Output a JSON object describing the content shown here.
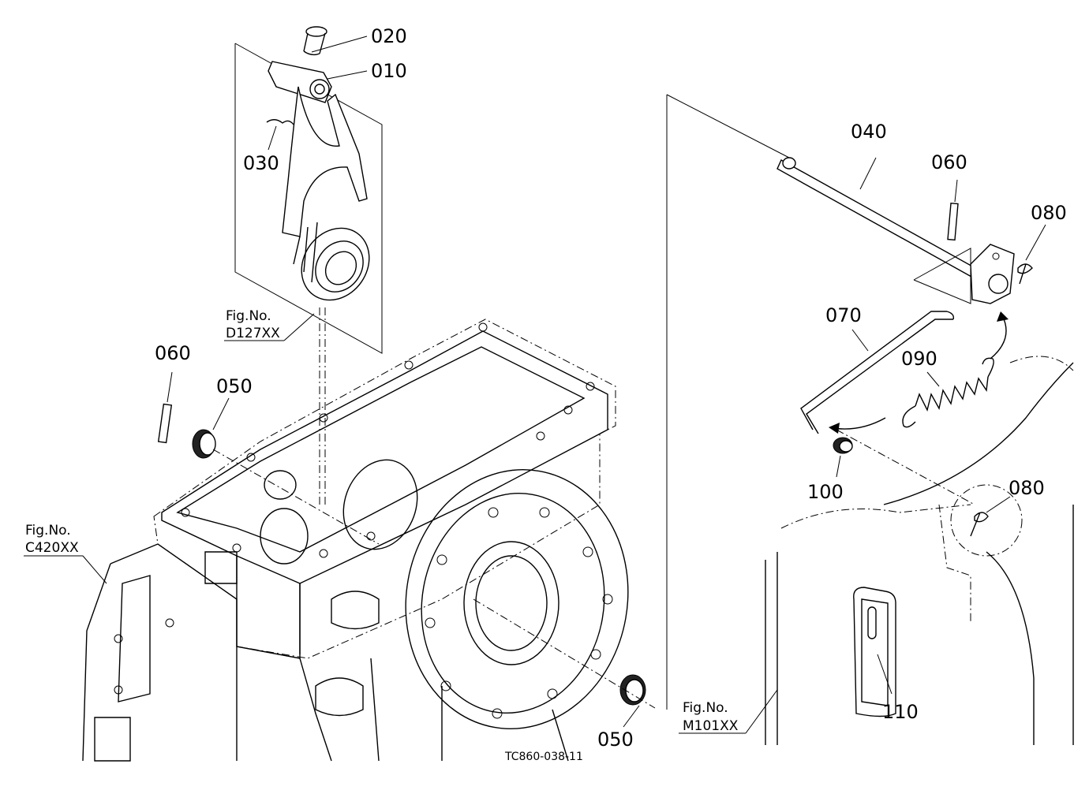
{
  "callouts": {
    "p020": "020",
    "p010": "010",
    "p030": "030",
    "p060_left": "060",
    "p050_left": "050",
    "p050_bottom": "050",
    "p040": "040",
    "p060_right": "060",
    "p080_top": "080",
    "p070": "070",
    "p090": "090",
    "p100": "100",
    "p080_lower": "080",
    "p110": "110"
  },
  "figure_refs": {
    "d127": {
      "line1": "Fig.No.",
      "line2": "D127XX"
    },
    "c420": {
      "line1": "Fig.No.",
      "line2": "C420XX"
    },
    "m101": {
      "line1": "Fig.No.",
      "line2": "M101XX"
    }
  },
  "drawing_code": "TC860-038-11"
}
